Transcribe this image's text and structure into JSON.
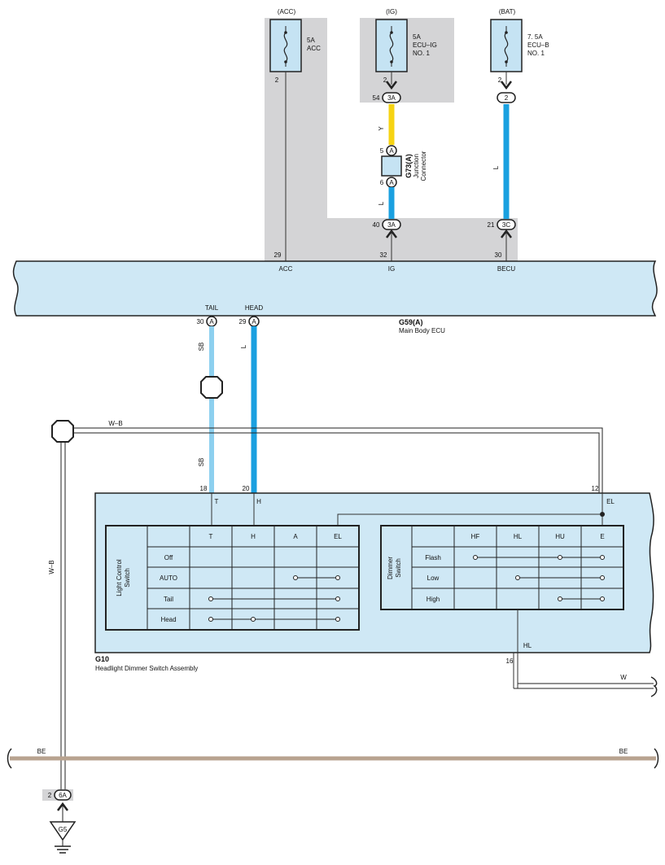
{
  "colors": {
    "ecu_fill": "#cfe8f5",
    "shade": "#d4d4d6",
    "wire_y": "#f6d313",
    "wire_l": "#1aa0e0",
    "wire_sb": "#8dd0ef",
    "wire_be": "#b8a390",
    "fuse_fill": "#c5e3f3"
  },
  "fuses": [
    {
      "tag": "(ACC)",
      "rating": "5A",
      "name1": "ACC",
      "name2": "",
      "pin": "2"
    },
    {
      "tag": "(IG)",
      "rating": "5A",
      "name1": "ECU–IG",
      "name2": "NO. 1",
      "pin": "2"
    },
    {
      "tag": "(BAT)",
      "rating": "7. 5A",
      "name1": "ECU–B",
      "name2": "NO. 1",
      "pin": "2"
    }
  ],
  "connectors": {
    "ig_upper": {
      "pin": "54",
      "code": "3A"
    },
    "bat_upper": {
      "code": "2"
    },
    "jc_top": {
      "pin": "5",
      "code": "A"
    },
    "jc_bottom": {
      "pin": "6",
      "code": "A"
    },
    "ig_lower": {
      "pin": "40",
      "code": "3A"
    },
    "bat_lower": {
      "pin": "21",
      "code": "3C"
    },
    "tail": {
      "pin": "30",
      "code": "A"
    },
    "head": {
      "pin": "29",
      "code": "A"
    },
    "ground": {
      "pin": "2",
      "code": "6A"
    }
  },
  "junction_connector": {
    "id": "G73(A)",
    "name1": "Junction",
    "name2": "Connector"
  },
  "wire_labels": {
    "ig": "Y",
    "jc_out": "L",
    "bat": "L",
    "tail_upper": "SB",
    "head": "L",
    "tail_lower": "SB",
    "ground_h": "W–B",
    "ground_v": "W–B",
    "be_left": "BE",
    "be_right": "BE",
    "hl": "HL",
    "w": "W"
  },
  "ecu": {
    "id": "G59(A)",
    "name": "Main Body ECU",
    "pins": [
      {
        "num": "29",
        "name": "ACC"
      },
      {
        "num": "32",
        "name": "IG"
      },
      {
        "num": "30",
        "name": "BECU"
      }
    ],
    "tail_label": "TAIL",
    "head_label": "HEAD"
  },
  "switch_assembly": {
    "id": "G10",
    "name": "Headlight Dimmer Switch Assembly",
    "pins": [
      {
        "num": "18",
        "name": "T"
      },
      {
        "num": "20",
        "name": "H"
      },
      {
        "num": "12",
        "name": "EL"
      },
      {
        "num": "16",
        "name": "HL"
      }
    ]
  },
  "light_control": {
    "title1": "Light Control",
    "title2": "Switch",
    "columns": [
      "T",
      "H",
      "A",
      "EL"
    ],
    "rows": [
      "Off",
      "AUTO",
      "Tail",
      "Head"
    ],
    "connections": [
      [],
      [
        2,
        3
      ],
      [
        0,
        3
      ],
      [
        0,
        1,
        3
      ]
    ]
  },
  "dimmer": {
    "title1": "Dimmer",
    "title2": "Switch",
    "columns": [
      "HF",
      "HL",
      "HU",
      "E"
    ],
    "rows": [
      "Flash",
      "Low",
      "High"
    ],
    "connections": [
      [
        0,
        2,
        3
      ],
      [
        1,
        3
      ],
      [
        2,
        3
      ]
    ]
  },
  "ground": {
    "id": "G5"
  }
}
